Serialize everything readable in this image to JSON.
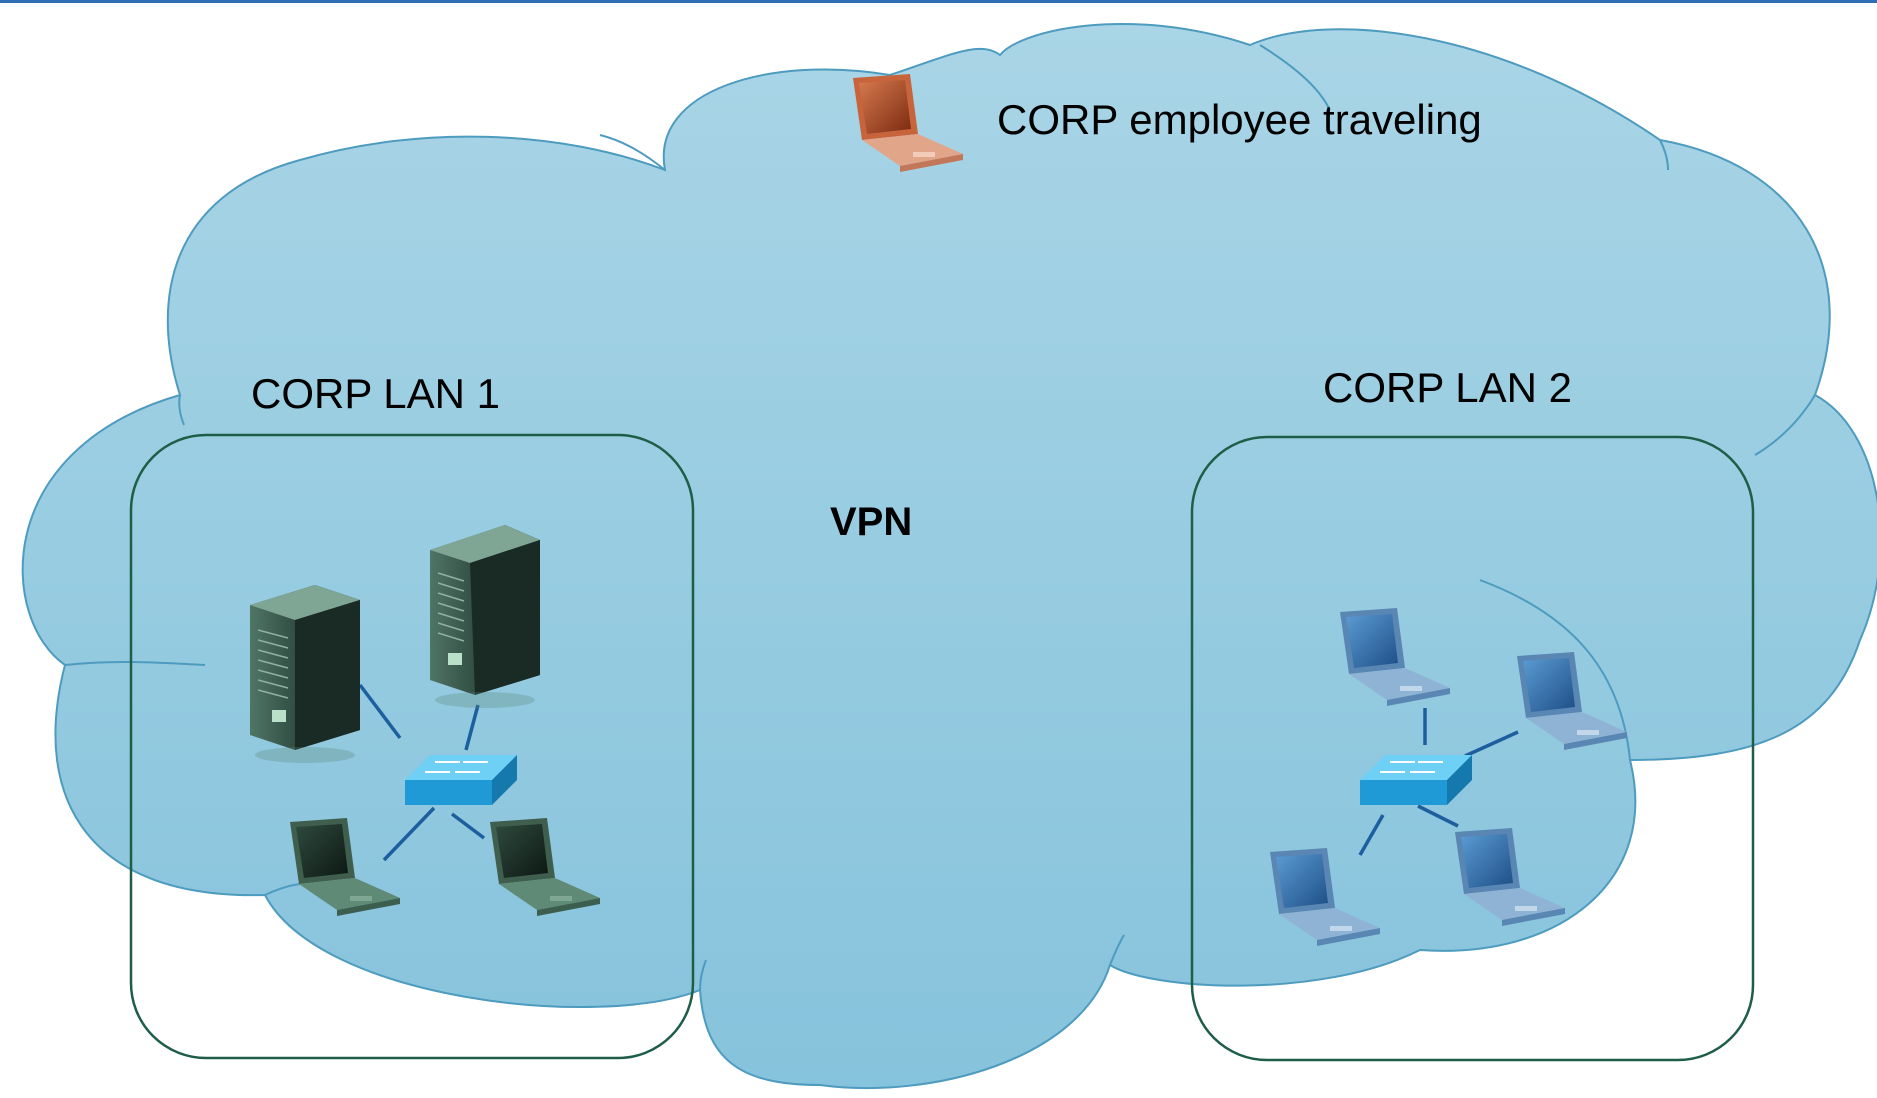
{
  "diagram": {
    "center_label": "VPN",
    "traveler": {
      "label": "CORP employee traveling",
      "icon": "laptop-icon",
      "color": "#c8643c"
    },
    "lan1": {
      "label": "CORP LAN 1",
      "devices": [
        "server",
        "server",
        "switch",
        "laptop",
        "laptop"
      ],
      "device_color": "#3a5a4a"
    },
    "lan2": {
      "label": "CORP LAN 2",
      "devices": [
        "switch",
        "laptop",
        "laptop",
        "laptop",
        "laptop"
      ],
      "device_color": "#3a6fa8"
    }
  },
  "colors": {
    "cloud_fill": "#9ccfe2",
    "cloud_stroke": "#4d9bbf",
    "lan_border": "#1e5e46",
    "link": "#1d5f9e",
    "switch": "#2aa8e0",
    "top_bar": "#2f6db5"
  }
}
